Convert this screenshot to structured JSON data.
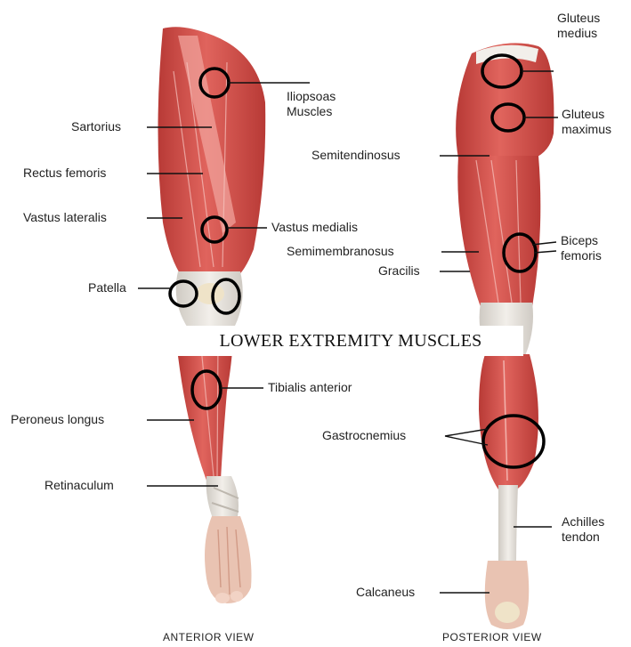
{
  "diagram": {
    "banner_title": "LOWER EXTREMITY MUSCLES",
    "anterior": {
      "view_label": "ANTERIOR VIEW",
      "labels": {
        "sartorius": "Sartorius",
        "rectus_femoris": "Rectus femoris",
        "vastus_lateralis": "Vastus lateralis",
        "patella": "Patella",
        "peroneus_longus": "Peroneus longus",
        "retinaculum": "Retinaculum",
        "iliopsoas": "Iliopsoas Muscles",
        "vastus_medialis": "Vastus medialis",
        "tibialis_anterior": "Tibialis anterior"
      }
    },
    "posterior": {
      "view_label": "POSTERIOR VIEW",
      "labels": {
        "gluteus_medius": "Gluteus medius",
        "gluteus_maximus": "Gluteus maximus",
        "semitendinosus": "Semitendinosus",
        "biceps_femoris": "Biceps femoris",
        "semimembranosus": "Semimembranosus",
        "gracilis": "Gracilis",
        "gastrocnemius": "Gastrocnemius",
        "achilles_tendon": "Achilles tendon",
        "calcaneus": "Calcaneus"
      }
    },
    "colors": {
      "muscle": "#d9534f",
      "muscle_light": "#e98a85",
      "tendon": "#e8e4df",
      "annotation_circle": "#000000"
    }
  }
}
